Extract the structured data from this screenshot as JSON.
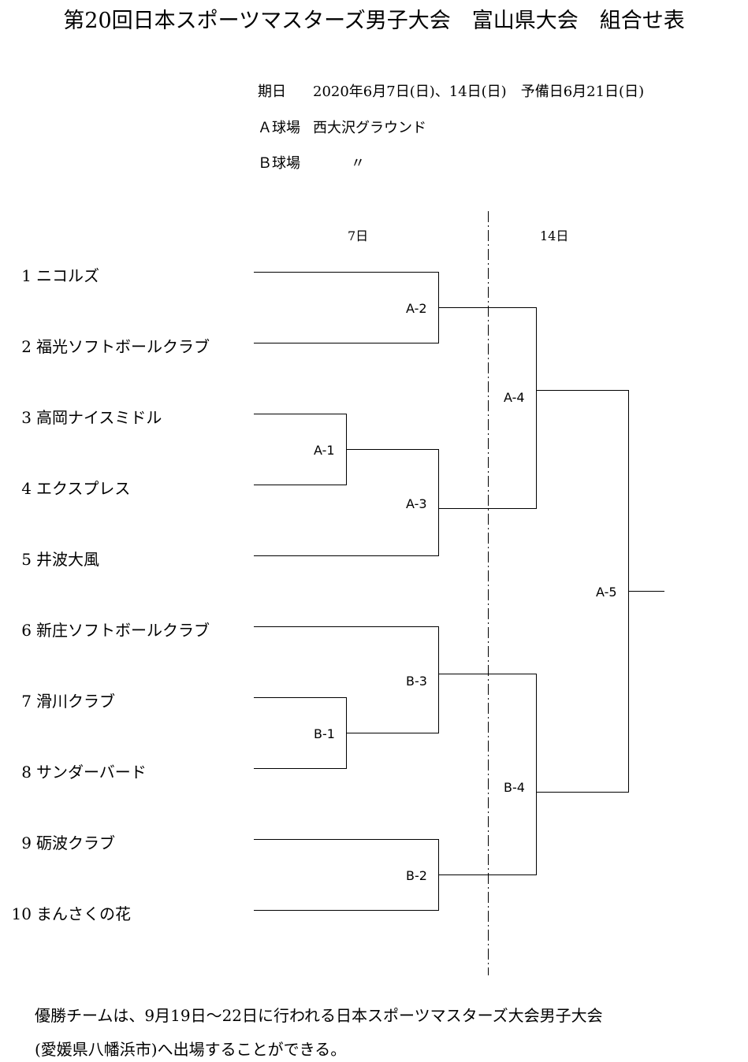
{
  "title": "第20回日本スポーツマスターズ男子大会　富山県大会　組合せ表",
  "info": {
    "date_label": "期日",
    "date_value": "2020年6月7日(日)、14日(日)　予備日6月21日(日)",
    "fieldA_label": "Ａ球場",
    "fieldA_value": "西大沢グラウンド",
    "fieldB_label": "Ｂ球場",
    "fieldB_value": "〃"
  },
  "days": {
    "day1": "7日",
    "day2": "14日"
  },
  "teams": [
    {
      "num": "1",
      "name": "ニコルズ"
    },
    {
      "num": "2",
      "name": "福光ソフトボールクラブ"
    },
    {
      "num": "3",
      "name": "高岡ナイスミドル"
    },
    {
      "num": "4",
      "name": "エクスプレス"
    },
    {
      "num": "5",
      "name": "井波大風"
    },
    {
      "num": "6",
      "name": "新庄ソフトボールクラブ"
    },
    {
      "num": "7",
      "name": "滑川クラブ"
    },
    {
      "num": "8",
      "name": "サンダーバード"
    },
    {
      "num": "9",
      "name": "砺波クラブ"
    },
    {
      "num": "10",
      "name": "まんさくの花"
    }
  ],
  "matches": {
    "A1": "A-1",
    "A2": "A-2",
    "A3": "A-3",
    "A4": "A-4",
    "A5": "A-5",
    "B1": "B-1",
    "B2": "B-2",
    "B3": "B-3",
    "B4": "B-4"
  },
  "footer": {
    "line1": "優勝チームは、9月19日～22日に行われる日本スポーツマスターズ大会男子大会",
    "line2": "(愛媛県八幡浜市)へ出場することができる。"
  }
}
